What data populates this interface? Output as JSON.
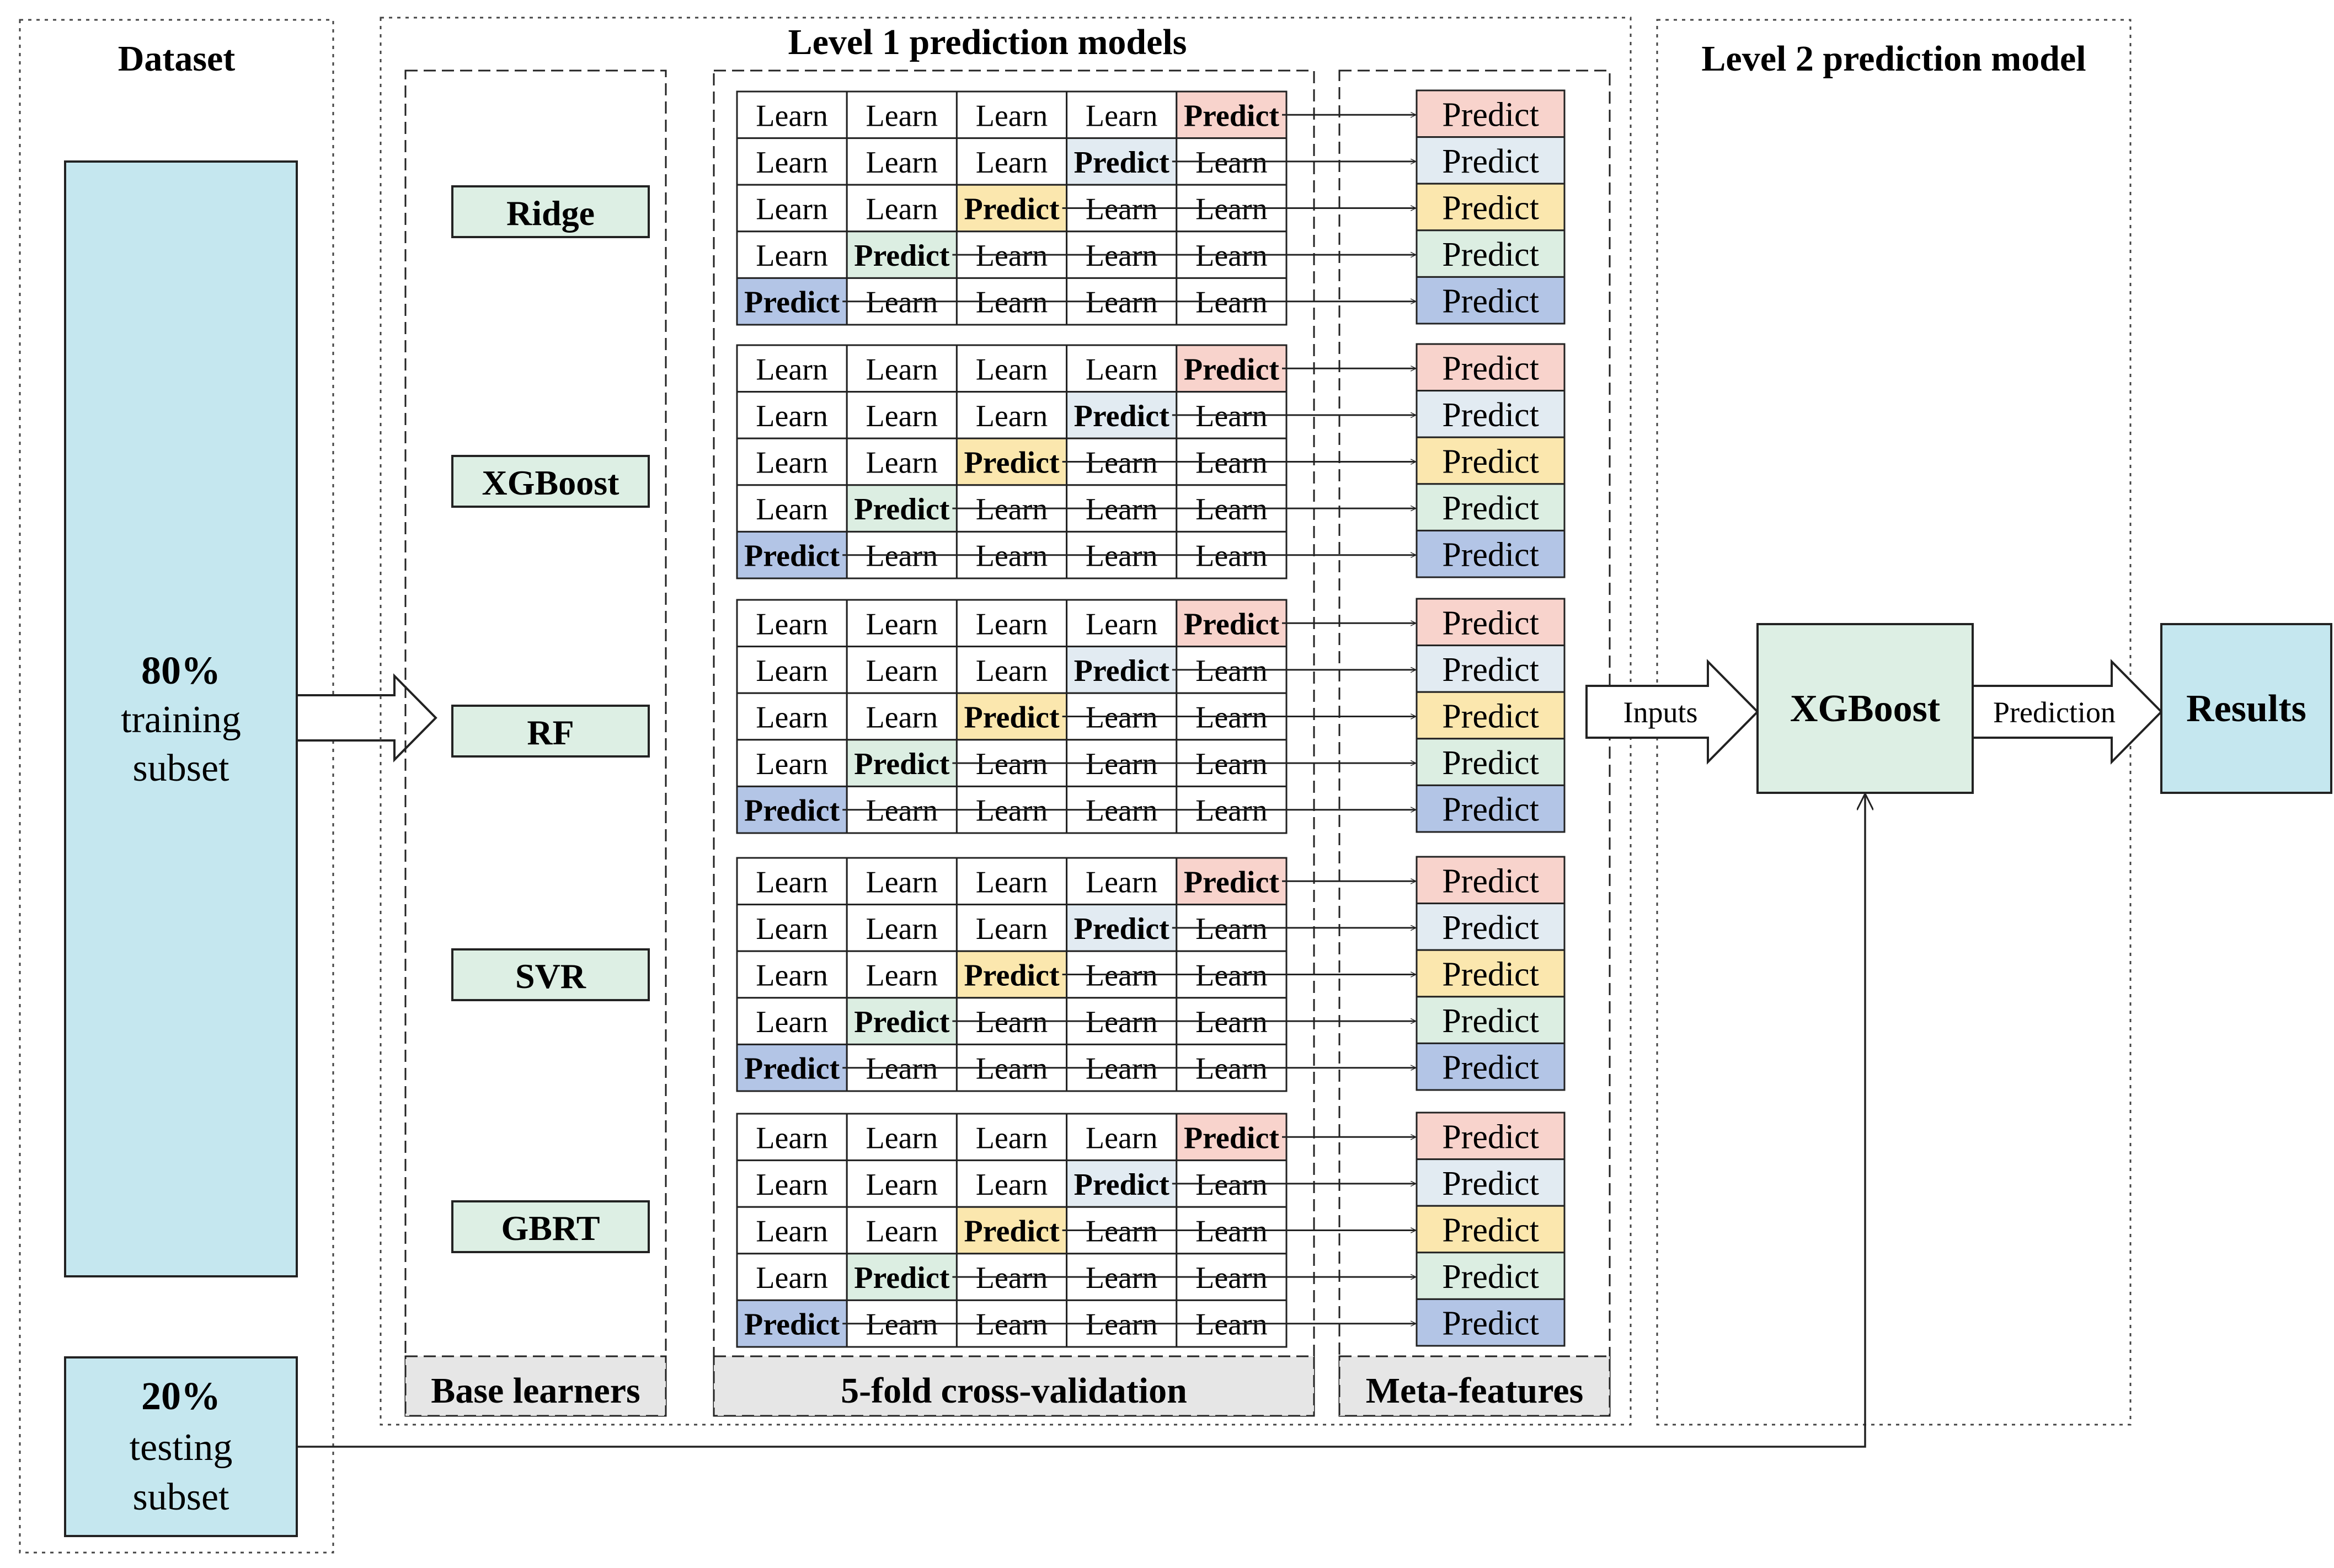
{
  "dataset": {
    "title": "Dataset",
    "training": {
      "percent": "80%",
      "line1": "training",
      "line2": "subset"
    },
    "testing": {
      "percent": "20%",
      "line1": "testing",
      "line2": "subset"
    }
  },
  "level1": {
    "title": "Level 1 prediction models",
    "base_learners": {
      "caption": "Base learners",
      "models": [
        "Ridge",
        "XGBoost",
        "RF",
        "SVR",
        "GBRT"
      ]
    },
    "cross_validation": {
      "caption": "5-fold cross-validation",
      "learn_label": "Learn",
      "predict_label": "Predict"
    },
    "meta_features": {
      "caption": "Meta-features",
      "label": "Predict"
    }
  },
  "level2": {
    "title": "Level 2 prediction model",
    "model": "XGBoost",
    "inputs_label": "Inputs",
    "prediction_label": "Prediction",
    "results": "Results"
  },
  "colors": {
    "dataset_fill": "#c5e7ef",
    "model_fill": "#ddefe4",
    "caption_fill": "#e6e6e6",
    "fold_colors": [
      "#f8d3cc",
      "#e2ebf2",
      "#fbe7ae",
      "#dceee2",
      "#b3c5e6"
    ]
  }
}
